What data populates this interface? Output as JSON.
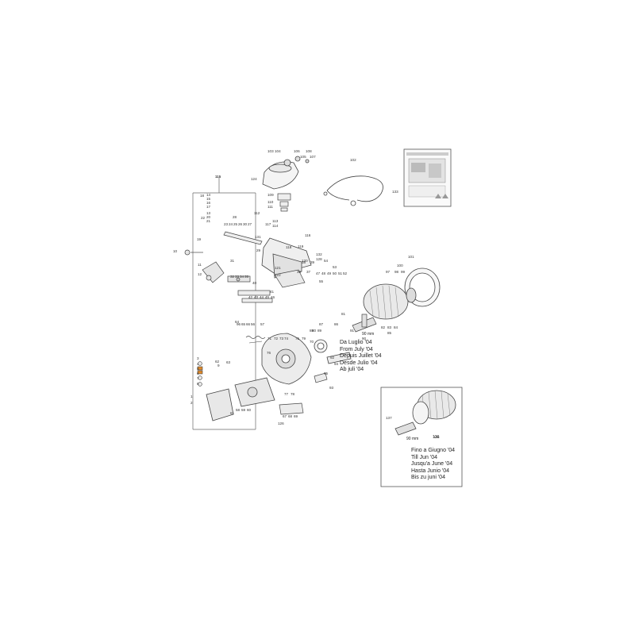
{
  "colors": {
    "line": "#444444",
    "light": "#888888",
    "accent": "#e08a2a",
    "paper": "#ffffff"
  },
  "kit_label": "115",
  "bracket_label": "112",
  "motor_note": {
    "size_label": "90 mm",
    "lines": [
      "Da Luglio '04",
      "From July '04",
      "Depuis Juillet '04",
      "Desde Julio '04",
      "Ab juli '04"
    ]
  },
  "inset": {
    "size_label": "90 mm",
    "part_label": "136",
    "lines": [
      "Fino a Giugno '04",
      "Till Jun '04",
      "Jusqu'a June '04",
      "Hasta Junio '04",
      "Bis zu juni '04"
    ]
  },
  "labels": [
    "103",
    "104",
    "106",
    "108",
    "105",
    "107",
    "102",
    "124",
    "109",
    "110",
    "111",
    "133",
    "115",
    "18",
    "14",
    "15",
    "16",
    "17",
    "13",
    "20",
    "21",
    "22",
    "28",
    "23",
    "24",
    "25",
    "26",
    "30",
    "27",
    "112",
    "113",
    "114",
    "116",
    "117",
    "118",
    "119",
    "131",
    "132",
    "128",
    "120",
    "10",
    "11",
    "12",
    "19",
    "29",
    "31",
    "32",
    "33",
    "34",
    "35",
    "121",
    "122",
    "36",
    "37",
    "38",
    "39",
    "40",
    "41",
    "42",
    "43",
    "44",
    "45",
    "46",
    "47",
    "48",
    "49",
    "50",
    "51",
    "52",
    "53",
    "54",
    "55",
    "56",
    "57",
    "100",
    "101",
    "98",
    "99",
    "97",
    "81",
    "82",
    "83",
    "84",
    "85",
    "86",
    "87",
    "88",
    "89",
    "90",
    "91",
    "92",
    "93",
    "94",
    "95",
    "96",
    "64",
    "65",
    "66",
    "67",
    "68",
    "69",
    "70",
    "71",
    "72",
    "73",
    "74",
    "75",
    "76",
    "77",
    "78",
    "79",
    "80",
    "1",
    "2",
    "3",
    "4",
    "5",
    "6",
    "7",
    "8",
    "9",
    "58",
    "59",
    "60",
    "61",
    "62",
    "63",
    "126",
    "137",
    "134"
  ]
}
